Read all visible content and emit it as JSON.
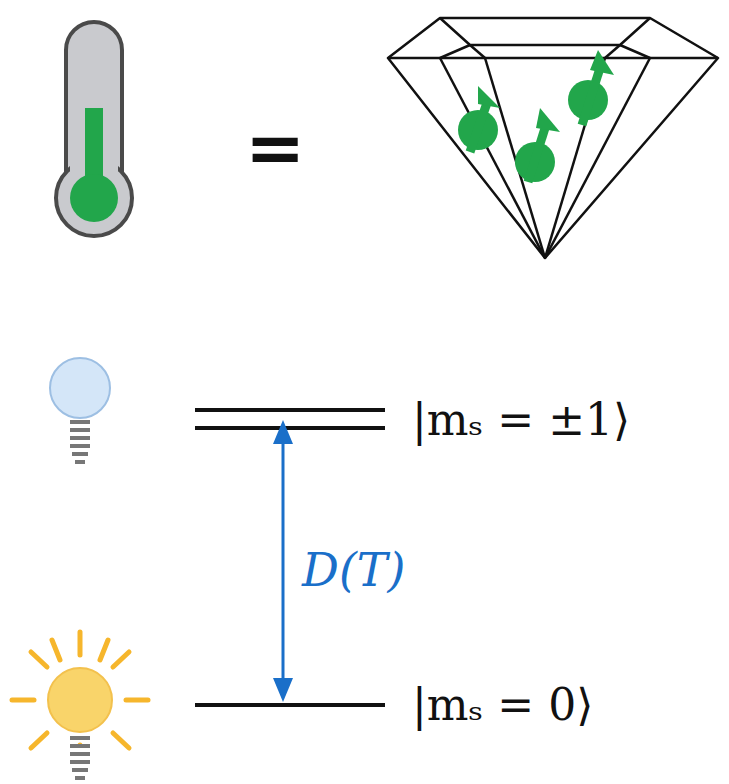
{
  "diagram": {
    "labels": [
      "=",
      "|mₛ = ±1⟩",
      "D(T)",
      "|mₛ = 0⟩"
    ]
  }
}
